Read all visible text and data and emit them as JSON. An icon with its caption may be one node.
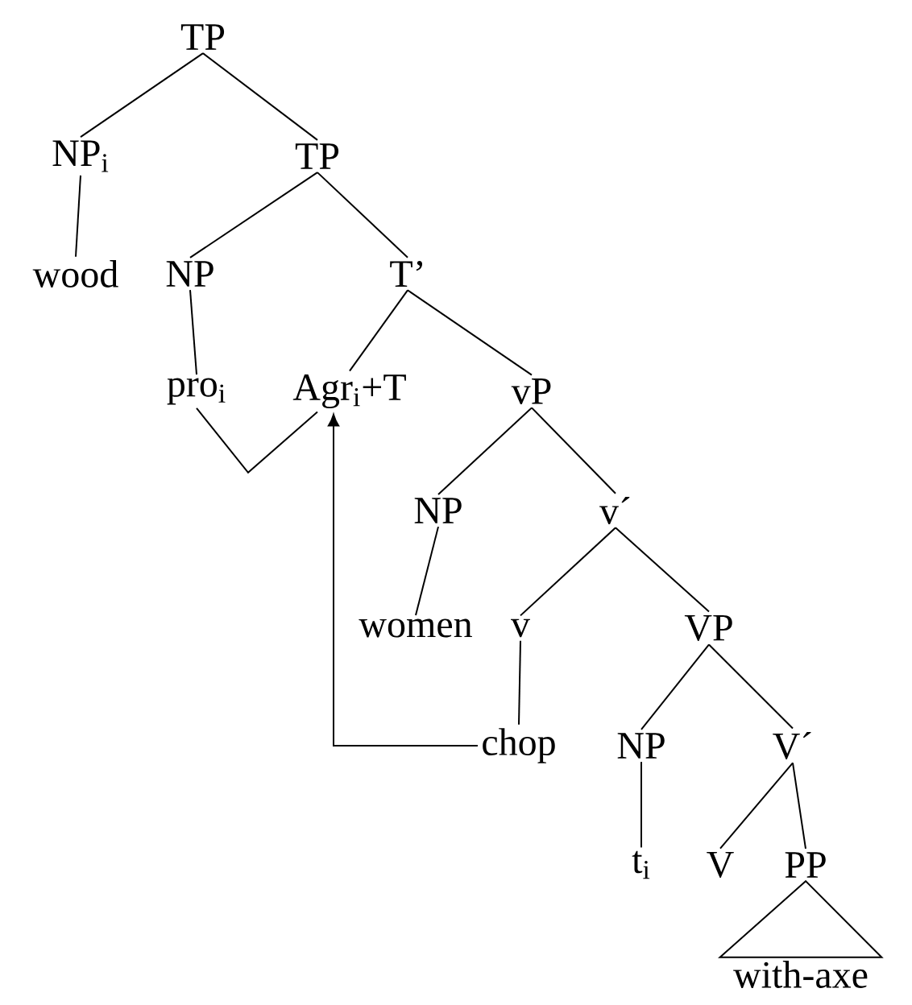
{
  "diagram": {
    "nodes": [
      {
        "text": [
          "TP"
        ]
      },
      {
        "text": [
          "NP$_{i}$"
        ]
      },
      {
        "text": [
          "TP"
        ]
      },
      {
        "text": [
          "wood"
        ]
      },
      {
        "text": [
          "NP"
        ]
      },
      {
        "text": [
          "T’"
        ]
      },
      {
        "text": [
          "pro$_{i}$"
        ]
      },
      {
        "text": [
          "Agr$_{i}$+T"
        ]
      },
      {
        "text": [
          "vP"
        ]
      },
      {
        "text": [
          "NP"
        ]
      },
      {
        "text": [
          "v´"
        ]
      },
      {
        "text": [
          "women"
        ]
      },
      {
        "text": [
          "v"
        ]
      },
      {
        "text": [
          "VP"
        ]
      },
      {
        "text": [
          "chop"
        ]
      },
      {
        "text": [
          "NP"
        ]
      },
      {
        "text": [
          "V´"
        ]
      },
      {
        "text": [
          "t$_{i}$"
        ]
      },
      {
        "text": [
          "V"
        ]
      },
      {
        "text": [
          "PP"
        ]
      },
      {
        "text": [
          "with-axe"
        ]
      }
    ],
    "edges": [
      {
        "from": 0,
        "to": 1,
        "arrow": "none"
      },
      {
        "from": 0,
        "to": 2,
        "arrow": "none"
      },
      {
        "from": 1,
        "to": 3,
        "arrow": "none"
      },
      {
        "from": 2,
        "to": 4,
        "arrow": "none"
      },
      {
        "from": 2,
        "to": 5,
        "arrow": "none"
      },
      {
        "from": 4,
        "to": 6,
        "arrow": "none"
      },
      {
        "from": 5,
        "to": 7,
        "arrow": "none"
      },
      {
        "from": 5,
        "to": 8,
        "arrow": "none"
      },
      {
        "from": 6,
        "to": 7,
        "arrow": "none"
      },
      {
        "from": 8,
        "to": 9,
        "arrow": "none"
      },
      {
        "from": 8,
        "to": 10,
        "arrow": "none"
      },
      {
        "from": 9,
        "to": 11,
        "arrow": "none"
      },
      {
        "from": 10,
        "to": 12,
        "arrow": "none"
      },
      {
        "from": 10,
        "to": 13,
        "arrow": "none"
      },
      {
        "from": 12,
        "to": 14,
        "arrow": "none"
      },
      {
        "from": 14,
        "to": 7,
        "arrow": "to"
      },
      {
        "from": 13,
        "to": 15,
        "arrow": "none"
      },
      {
        "from": 13,
        "to": 16,
        "arrow": "none"
      },
      {
        "from": 15,
        "to": 17,
        "arrow": "none"
      },
      {
        "from": 16,
        "to": 18,
        "arrow": "none"
      },
      {
        "from": 16,
        "to": 19,
        "arrow": "none"
      },
      {
        "from": 19,
        "to": 20,
        "arrow": "none"
      }
    ]
  }
}
